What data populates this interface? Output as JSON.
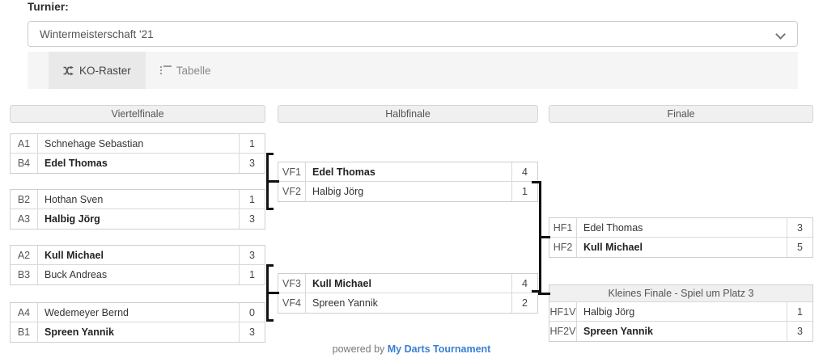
{
  "header": {
    "tournament_label": "Turnier:",
    "selected_tournament": "Wintermeisterschaft '21",
    "chevron_icon": "chevron-down-icon"
  },
  "tabs": [
    {
      "label": "KO-Raster",
      "icon": "shuffle-icon",
      "active": true
    },
    {
      "label": "Tabelle",
      "icon": "list-icon",
      "active": false
    }
  ],
  "rounds": {
    "quarterfinal": {
      "title": "Viertelfinale"
    },
    "semifinal": {
      "title": "Halbfinale"
    },
    "final": {
      "title": "Finale"
    }
  },
  "third_place": {
    "title": "Kleines Finale - Spiel um Platz 3"
  },
  "matches": {
    "qf1": {
      "p1": {
        "seed": "A1",
        "name": "Schnehage Sebastian",
        "score": "1",
        "winner": false
      },
      "p2": {
        "seed": "B4",
        "name": "Edel Thomas",
        "score": "3",
        "winner": true
      }
    },
    "qf2": {
      "p1": {
        "seed": "B2",
        "name": "Hothan Sven",
        "score": "1",
        "winner": false
      },
      "p2": {
        "seed": "A3",
        "name": "Halbig Jörg",
        "score": "3",
        "winner": true
      }
    },
    "qf3": {
      "p1": {
        "seed": "A2",
        "name": "Kull Michael",
        "score": "3",
        "winner": true
      },
      "p2": {
        "seed": "B3",
        "name": "Buck Andreas",
        "score": "1",
        "winner": false
      }
    },
    "qf4": {
      "p1": {
        "seed": "A4",
        "name": "Wedemeyer Bernd",
        "score": "0",
        "winner": false
      },
      "p2": {
        "seed": "B1",
        "name": "Spreen Yannik",
        "score": "3",
        "winner": true
      }
    },
    "sf1": {
      "p1": {
        "seed": "VF1",
        "name": "Edel Thomas",
        "score": "4",
        "winner": true
      },
      "p2": {
        "seed": "VF2",
        "name": "Halbig Jörg",
        "score": "1",
        "winner": false
      }
    },
    "sf2": {
      "p1": {
        "seed": "VF3",
        "name": "Kull Michael",
        "score": "4",
        "winner": true
      },
      "p2": {
        "seed": "VF4",
        "name": "Spreen Yannik",
        "score": "2",
        "winner": false
      }
    },
    "final": {
      "p1": {
        "seed": "HF1",
        "name": "Edel Thomas",
        "score": "3",
        "winner": false
      },
      "p2": {
        "seed": "HF2",
        "name": "Kull Michael",
        "score": "5",
        "winner": true
      }
    },
    "third": {
      "p1": {
        "seed": "HF1V",
        "name": "Halbig Jörg",
        "score": "1",
        "winner": false
      },
      "p2": {
        "seed": "HF2V",
        "name": "Spreen Yannik",
        "score": "3",
        "winner": true
      }
    }
  },
  "footer": {
    "powered_by": "powered by",
    "brand": "My Darts Tournament"
  }
}
